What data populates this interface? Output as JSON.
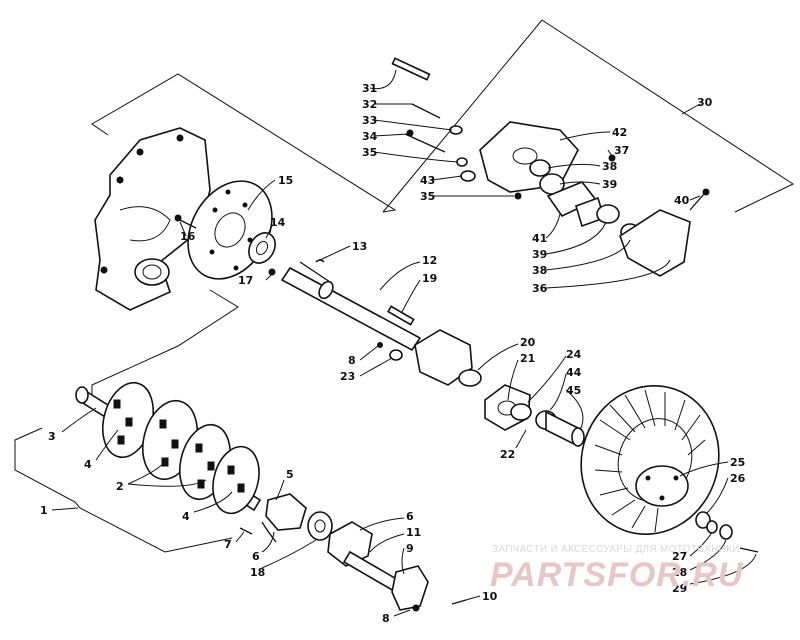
{
  "watermark": {
    "tagline": "ЗАПЧАСТИ И АКСЕССУАРЫ ДЛЯ МОТОТЕХНИКИ",
    "brand": "PARTSFOR.RU"
  },
  "callouts": [
    {
      "id": "c1",
      "label": "1"
    },
    {
      "id": "c2",
      "label": "2"
    },
    {
      "id": "c3",
      "label": "3"
    },
    {
      "id": "c4a",
      "label": "4"
    },
    {
      "id": "c4b",
      "label": "4"
    },
    {
      "id": "c5",
      "label": "5"
    },
    {
      "id": "c6a",
      "label": "6"
    },
    {
      "id": "c6b",
      "label": "6"
    },
    {
      "id": "c7",
      "label": "7"
    },
    {
      "id": "c8a",
      "label": "8"
    },
    {
      "id": "c8b",
      "label": "8"
    },
    {
      "id": "c9",
      "label": "9"
    },
    {
      "id": "c10",
      "label": "10"
    },
    {
      "id": "c11",
      "label": "11"
    },
    {
      "id": "c12",
      "label": "12"
    },
    {
      "id": "c13",
      "label": "13"
    },
    {
      "id": "c14",
      "label": "14"
    },
    {
      "id": "c15",
      "label": "15"
    },
    {
      "id": "c16",
      "label": "16"
    },
    {
      "id": "c17",
      "label": "17"
    },
    {
      "id": "c18",
      "label": "18"
    },
    {
      "id": "c19",
      "label": "19"
    },
    {
      "id": "c20",
      "label": "20"
    },
    {
      "id": "c21",
      "label": "21"
    },
    {
      "id": "c22",
      "label": "22"
    },
    {
      "id": "c23",
      "label": "23"
    },
    {
      "id": "c24",
      "label": "24"
    },
    {
      "id": "c25",
      "label": "25"
    },
    {
      "id": "c26",
      "label": "26"
    },
    {
      "id": "c27",
      "label": "27"
    },
    {
      "id": "c28",
      "label": "28"
    },
    {
      "id": "c29",
      "label": "29"
    },
    {
      "id": "c30",
      "label": "30"
    },
    {
      "id": "c31",
      "label": "31"
    },
    {
      "id": "c32",
      "label": "32"
    },
    {
      "id": "c33",
      "label": "33"
    },
    {
      "id": "c34",
      "label": "34"
    },
    {
      "id": "c35a",
      "label": "35"
    },
    {
      "id": "c35b",
      "label": "35"
    },
    {
      "id": "c36",
      "label": "36"
    },
    {
      "id": "c37",
      "label": "37"
    },
    {
      "id": "c38a",
      "label": "38"
    },
    {
      "id": "c38b",
      "label": "38"
    },
    {
      "id": "c39a",
      "label": "39"
    },
    {
      "id": "c39b",
      "label": "39"
    },
    {
      "id": "c40",
      "label": "40"
    },
    {
      "id": "c41",
      "label": "41"
    },
    {
      "id": "c42",
      "label": "42"
    },
    {
      "id": "c43",
      "label": "43"
    },
    {
      "id": "c44",
      "label": "44"
    },
    {
      "id": "c45",
      "label": "45"
    }
  ]
}
